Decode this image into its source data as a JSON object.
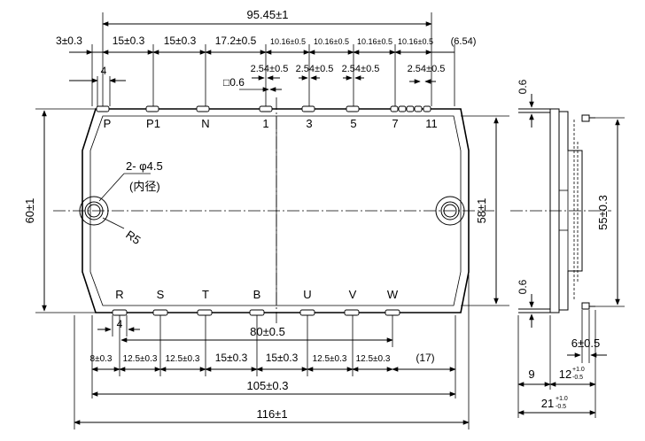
{
  "top_dims": {
    "overall": "95.45±1",
    "edge": "3±0.3",
    "s1": "15±0.3",
    "s2": "15±0.3",
    "s3": "17.2±0.5",
    "p1": "10.16±0.5",
    "p2": "10.16±0.5",
    "p3": "10.16±0.5",
    "p4": "10.16±0.5",
    "end": "(6.54)",
    "four": "4",
    "pin_a": "2.54±0.5",
    "pin_b": "2.54±0.5",
    "pin_c": "2.54±0.5",
    "pin_d": "2.54±0.5",
    "square": "□0.6"
  },
  "top_terminals": [
    "P",
    "P1",
    "N",
    "1",
    "3",
    "5",
    "7",
    "11"
  ],
  "bottom_terminals": [
    "R",
    "S",
    "T",
    "B",
    "U",
    "V",
    "W"
  ],
  "hole_note": {
    "line1": "2- φ4.5",
    "line2": "(内径)",
    "radius": "R5"
  },
  "side_dims": {
    "left": "60±1",
    "right": "58±1"
  },
  "bottom_dims": {
    "four": "4",
    "span": "80±0.5",
    "c0": "8±0.3",
    "c1": "12.5±0.3",
    "c2": "12.5±0.3",
    "c3": "15±0.3",
    "c4": "15±0.3",
    "c5": "12.5±0.3",
    "c6": "12.5±0.3",
    "c7": "(17)",
    "width": "105±0.3",
    "overall": "116±1"
  },
  "side_view": {
    "t_top": "0.6",
    "t_bot": "0.6",
    "height": "55±0.3",
    "pin_offset": "6±0.5",
    "d9": "9",
    "d12": "12",
    "d12_tol_up": "+1.0",
    "d12_tol_dn": "-0.5",
    "d21": "21",
    "d21_tol_up": "+1.0",
    "d21_tol_dn": "-0.5"
  }
}
